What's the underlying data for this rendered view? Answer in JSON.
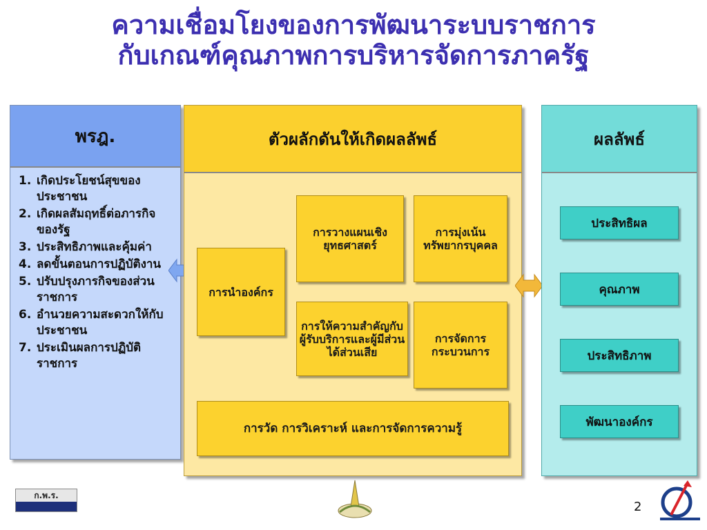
{
  "title": {
    "line1": "ความเชื่อมโยงของการพัฒนาระบบราชการ",
    "line2": "กับเกณฑ์คุณภาพการบริหารจัดการภาครัฐ"
  },
  "left_panel": {
    "header": "พรฎ.",
    "items": [
      {
        "num": "1.",
        "text": "เกิดประโยชน์สุขของประชาชน"
      },
      {
        "num": "2.",
        "text": "เกิดผลสัมฤทธิ์ต่อภารกิจของรัฐ"
      },
      {
        "num": "3.",
        "text": "ประสิทธิภาพและคุ้มค่า"
      },
      {
        "num": "4.",
        "text": "ลดขั้นตอนการปฏิบัติงาน"
      },
      {
        "num": "5.",
        "text": "ปรับปรุงภารกิจของส่วนราชการ"
      },
      {
        "num": "6.",
        "text": "อำนวยความสะดวกให้กับประชาชน"
      },
      {
        "num": "7.",
        "text": "ประเมินผลการปฏิบัติราชการ"
      }
    ]
  },
  "middle_panel": {
    "header": "ตัวผลักดันให้เกิดผลลัพธ์",
    "boxes": {
      "leadership": "การนำองค์กร",
      "strategic_planning": "การวางแผนเชิงยุทธศาสตร์",
      "hr_focus": "การมุ่งเน้นทรัพยากรบุคคล",
      "customer_focus": "การให้ความสำคัญกับผู้รับบริการและผู้มีส่วนได้ส่วนเสีย",
      "process_management": "การจัดการกระบวนการ",
      "measurement": "การวัด การวิเคราะห์ และการจัดการความรู้"
    }
  },
  "right_panel": {
    "header": "ผลลัพธ์",
    "items": [
      "ประสิทธิผล",
      "คุณภาพ",
      "ประสิทธิภาพ",
      "พัฒนาองค์กร"
    ]
  },
  "footer": {
    "left_logo_text": "ก.พ.ร.",
    "page_number": "2"
  },
  "colors": {
    "title": "#3c2fb0",
    "left_header": "#7aa2f0",
    "middle_header": "#fbd02e",
    "right_header": "#73dcd9",
    "left_arrow": "#7fa7f0",
    "right_arrow": "#f2b83a"
  }
}
